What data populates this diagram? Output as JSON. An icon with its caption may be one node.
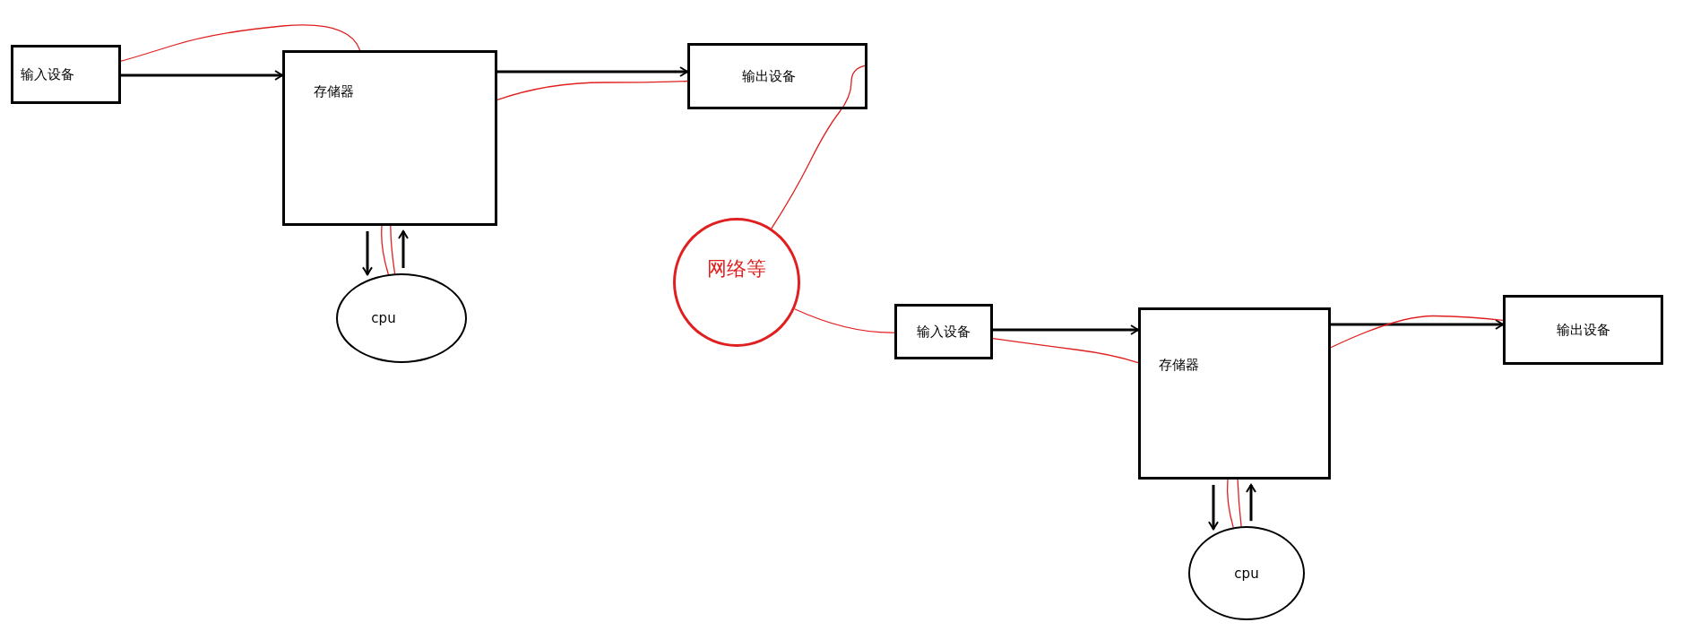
{
  "diagram": {
    "nodes": [
      {
        "text": [
          "输入设备"
        ]
      },
      {
        "text": [
          "存储器"
        ]
      },
      {
        "text": [
          "输出设备"
        ]
      },
      {
        "text": [
          "cpu"
        ]
      },
      {
        "text": [
          "网络等"
        ]
      },
      {
        "text": [
          "输入设备"
        ]
      },
      {
        "text": [
          "存储器"
        ]
      },
      {
        "text": [
          "输出设备"
        ]
      },
      {
        "text": [
          "cpu"
        ]
      }
    ],
    "edges": [
      {
        "from": 0,
        "to": 1,
        "arrow": "to",
        "color": "#000000"
      },
      {
        "from": 1,
        "to": 2,
        "arrow": "to",
        "color": "#000000"
      },
      {
        "from": 1,
        "to": 3,
        "arrow": "to",
        "color": "#000000"
      },
      {
        "from": 3,
        "to": 1,
        "arrow": "to",
        "color": "#000000"
      },
      {
        "from": 5,
        "to": 6,
        "arrow": "to",
        "color": "#000000"
      },
      {
        "from": 6,
        "to": 7,
        "arrow": "to",
        "color": "#000000"
      },
      {
        "from": 6,
        "to": 8,
        "arrow": "to",
        "color": "#000000"
      },
      {
        "from": 8,
        "to": 6,
        "arrow": "to",
        "color": "#000000"
      },
      {
        "from": 0,
        "to": 1,
        "arrow": "none"
      },
      {
        "from": 1,
        "to": 3,
        "arrow": "none"
      },
      {
        "from": 3,
        "to": 1,
        "arrow": "none"
      },
      {
        "from": 1,
        "to": 2,
        "arrow": "none"
      },
      {
        "from": 2,
        "to": 4,
        "arrow": "none"
      },
      {
        "from": 4,
        "to": 5,
        "arrow": "none"
      },
      {
        "from": 5,
        "to": 6,
        "arrow": "none"
      },
      {
        "from": 6,
        "to": 8,
        "arrow": "none"
      },
      {
        "from": 8,
        "to": 6,
        "arrow": "none"
      },
      {
        "from": 6,
        "to": 7,
        "arrow": "none"
      }
    ]
  }
}
